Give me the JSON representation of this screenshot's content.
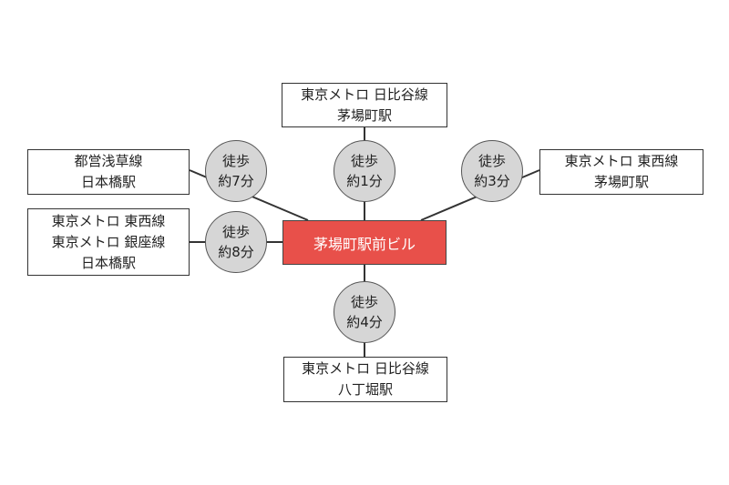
{
  "center": {
    "label": "茅場町駅前ビル"
  },
  "stations": {
    "north": {
      "line1": "東京メトロ 日比谷線",
      "line2": "茅場町駅"
    },
    "east": {
      "line1": "東京メトロ 東西線",
      "line2": "茅場町駅"
    },
    "south": {
      "line1": "東京メトロ 日比谷線",
      "line2": "八丁堀駅"
    },
    "west_upper": {
      "line1": "都営浅草線",
      "line2": "日本橋駅"
    },
    "west_lower": {
      "line1": "東京メトロ 東西線",
      "line2": "東京メトロ 銀座線",
      "line3": "日本橋駅"
    }
  },
  "walk_times": {
    "north": {
      "walk": "徒歩",
      "time": "約1分"
    },
    "east": {
      "walk": "徒歩",
      "time": "約3分"
    },
    "south": {
      "walk": "徒歩",
      "time": "約4分"
    },
    "west_upper": {
      "walk": "徒歩",
      "time": "約7分"
    },
    "west_lower": {
      "walk": "徒歩",
      "time": "約8分"
    }
  },
  "colors": {
    "center_fill": "#e8504a",
    "bubble_fill": "#d6d6d6",
    "line": "#333333"
  }
}
